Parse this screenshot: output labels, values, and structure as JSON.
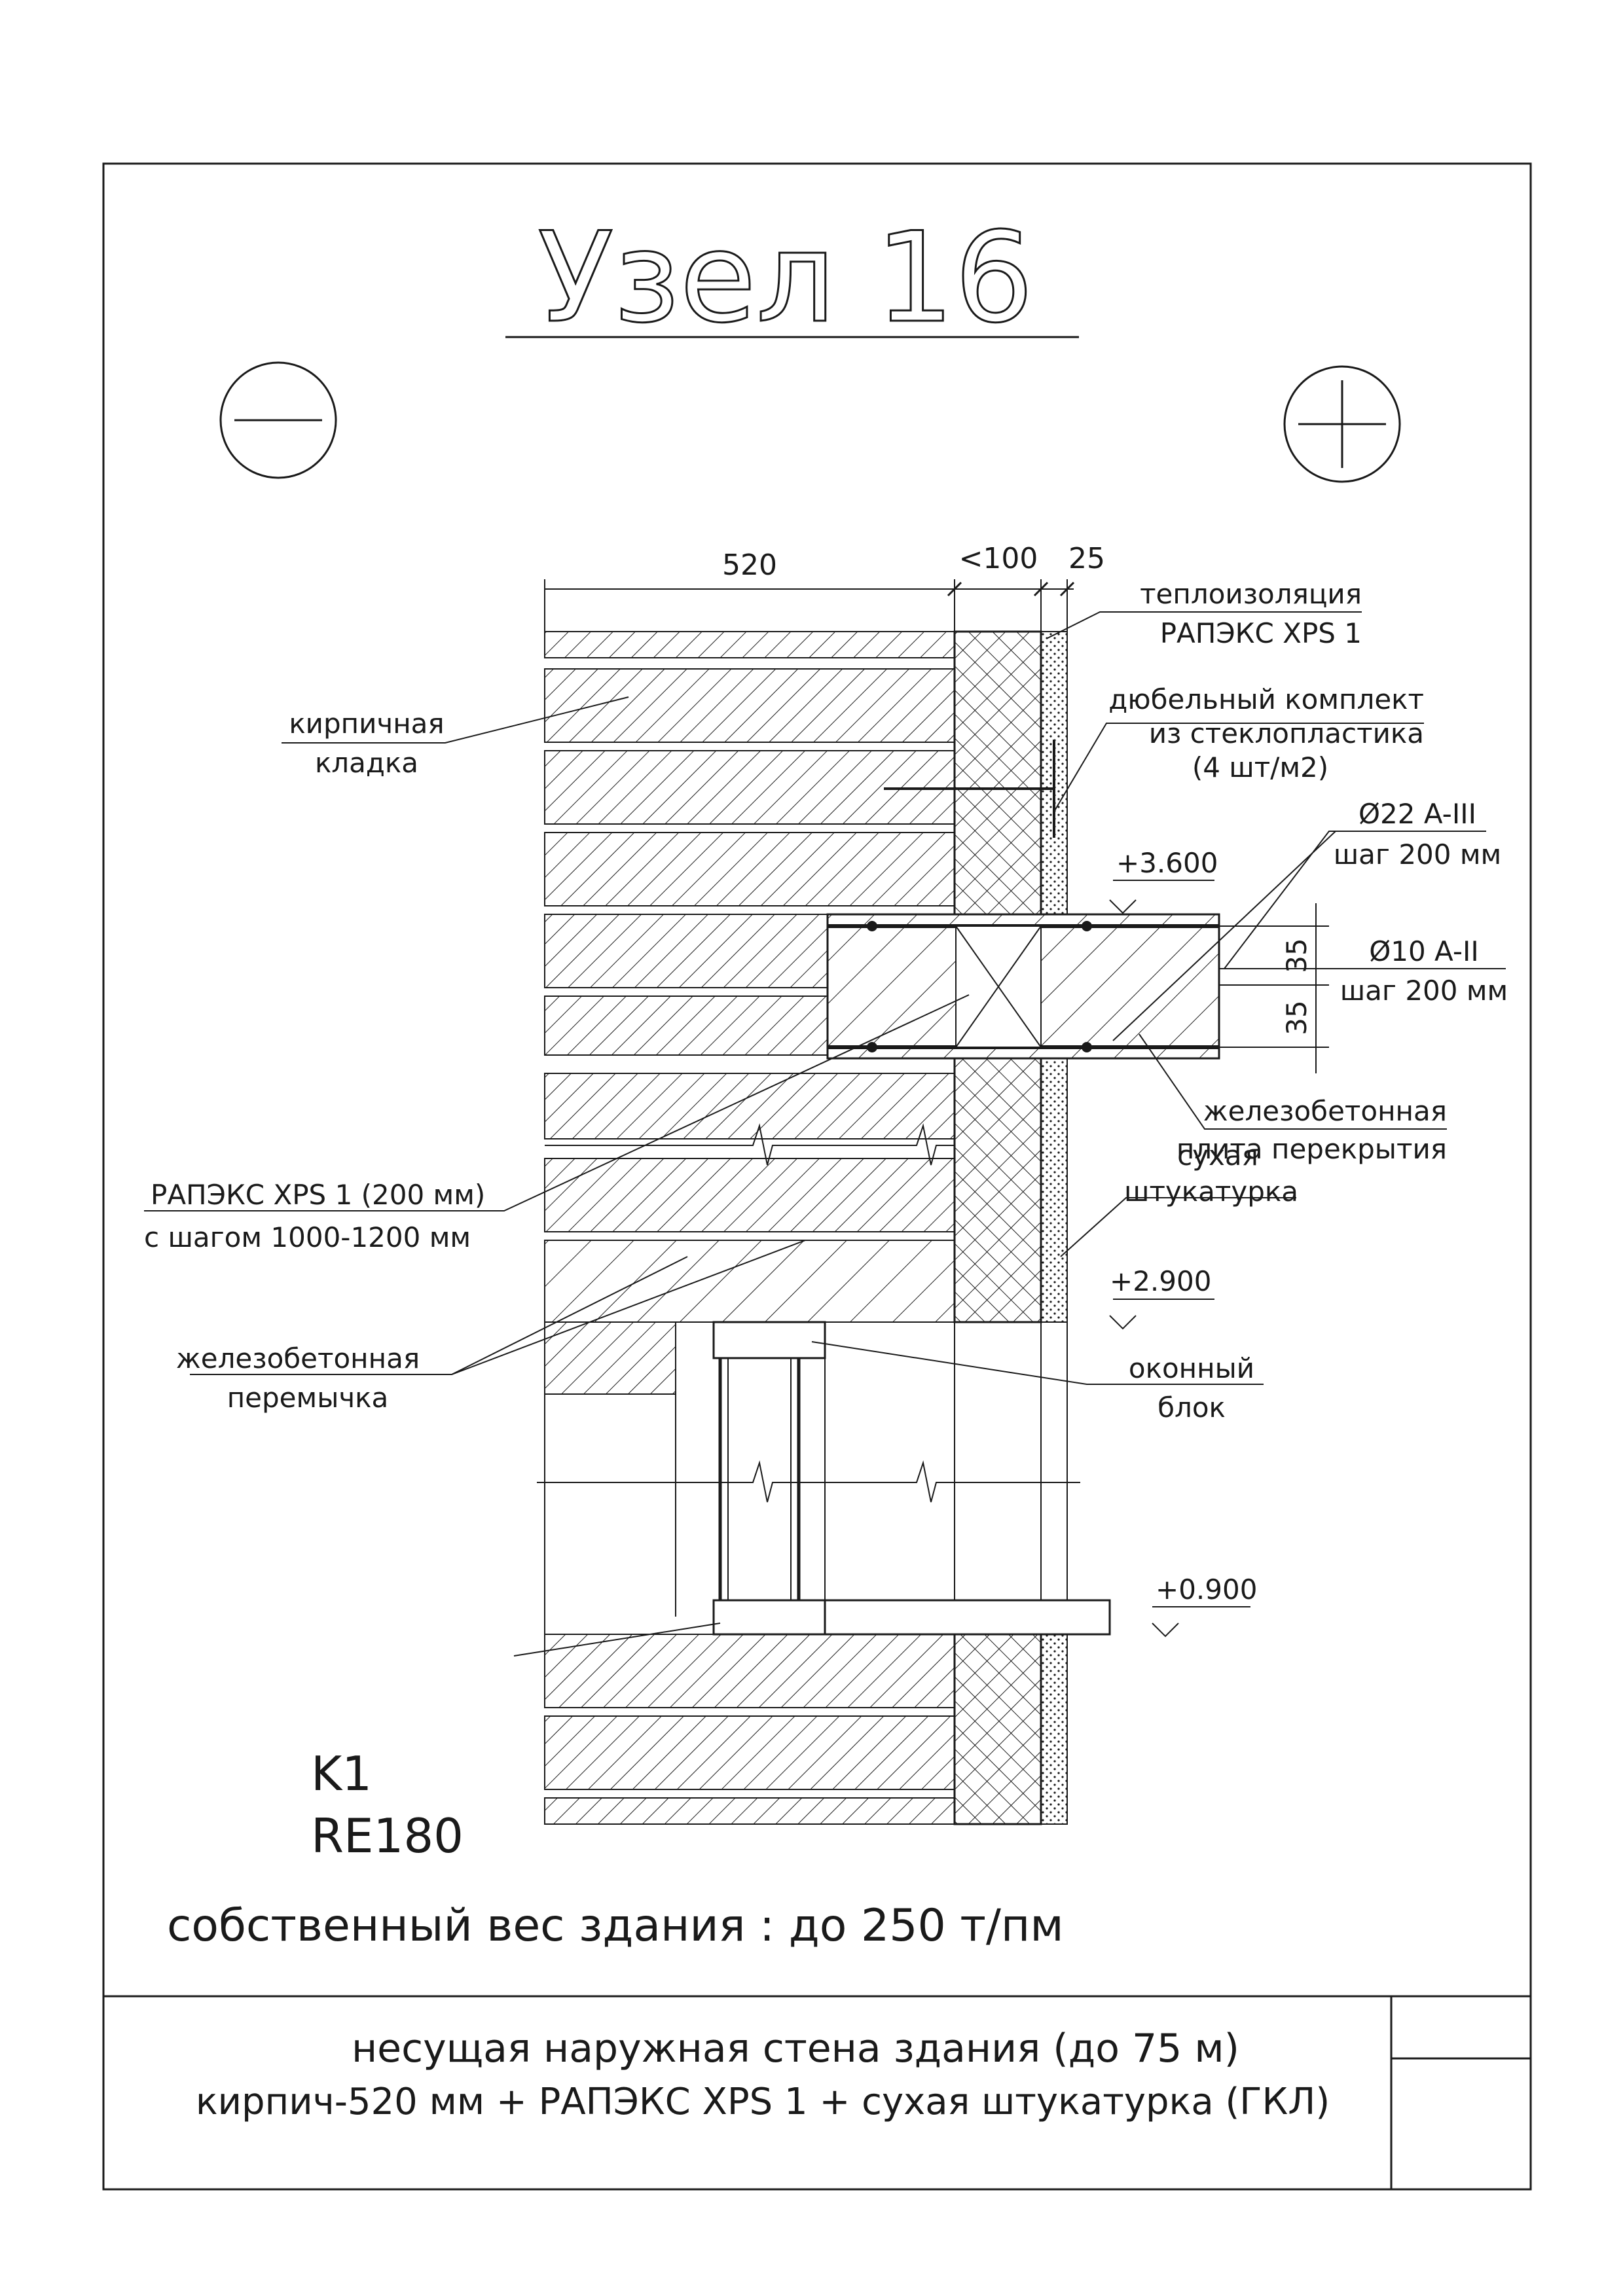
{
  "title": "Узел 16",
  "symbols": {
    "minus": "minus-circle-icon",
    "plus": "plus-circle-icon"
  },
  "dimensions": {
    "d1": "520",
    "d2": "<100",
    "d3": "25",
    "d4": "35",
    "d5": "35"
  },
  "elevations": {
    "e1": "+3.600",
    "e2": "+2.900",
    "e3": "+0.900"
  },
  "labels": {
    "insulation_1": "теплоизоляция",
    "insulation_2": "РАПЭКС XPS 1",
    "dowel_1": "дюбельный комплект",
    "dowel_2": "из стеклопластика",
    "dowel_3": "(4 шт/м2)",
    "rebar1_1": "Ø22 A-III",
    "rebar1_2": "шаг 200 мм",
    "rebar2_1": "Ø10 A-II",
    "rebar2_2": "шаг 200 мм",
    "brick_1": "кирпичная",
    "brick_2": "кладка",
    "slab_1": "железобетонная",
    "slab_2": "плита перекрытия",
    "rapex_1": "РАПЭКС XPS 1 (200 мм)",
    "rapex_2": "с шагом 1000-1200 мм",
    "plaster_1": "сухая",
    "plaster_2": "штукатурка",
    "lintel_1": "железобетонная",
    "lintel_2": "перемычка",
    "window_1": "оконный",
    "window_2": "блок"
  },
  "fire_class": {
    "k": "K1",
    "re": "RE180"
  },
  "weight_note": "собственный вес здания : до 250 т/пм",
  "footer": {
    "line1": "несущая наружная стена здания (до 75 м)",
    "line2": "кирпич-520 мм + РАПЭКС XPS 1 + сухая штукатурка (ГКЛ)"
  },
  "colors": {
    "ink": "#1a1a1a",
    "paper": "#ffffff"
  }
}
